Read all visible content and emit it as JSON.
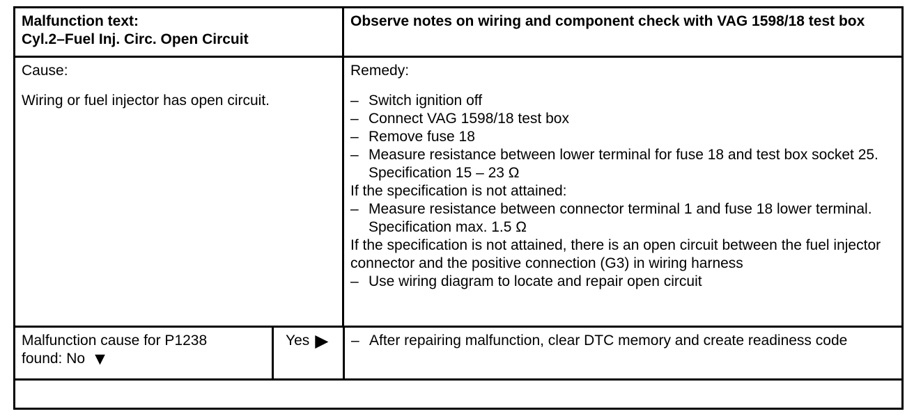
{
  "document": {
    "header": {
      "malfunction_label": "Malfunction text:",
      "malfunction_code": "Cyl.2–Fuel Inj. Circ. Open Circuit",
      "note": "Observe notes on wiring and component check with VAG 1598/18 test box"
    },
    "cause": {
      "label": "Cause:",
      "text": "Wiring or fuel injector has open circuit."
    },
    "remedy": {
      "label": "Remedy:",
      "lines": [
        {
          "bullet": "–",
          "text": "Switch ignition off"
        },
        {
          "bullet": "–",
          "text": "Connect VAG 1598/18 test box"
        },
        {
          "bullet": "–",
          "text": "Remove fuse 18"
        },
        {
          "bullet": "–",
          "text": "Measure resistance between lower terminal for fuse 18 and test box socket 25.  Specification 15 – 23 Ω"
        },
        {
          "text": "If the specification is not attained:"
        },
        {
          "bullet": "–",
          "text": "Measure resistance between connector terminal 1 and fuse 18 lower terminal.  Specification max. 1.5 Ω"
        },
        {
          "text": "If the specification is not attained, there is an open circuit between the fuel injector connector and the positive connection (G3) in wiring harness"
        },
        {
          "bullet": "–",
          "text": "Use wiring diagram to locate and repair open circuit"
        }
      ]
    },
    "decision": {
      "question_line1": "Malfunction cause for P1238",
      "question_line2": "found: No",
      "no_symbol": "▼",
      "yes_label": "Yes",
      "yes_symbol": "▶",
      "action_bullet": "–",
      "action_text": "After repairing malfunction, clear DTC memory and create readiness code"
    }
  },
  "colors": {
    "ink": "#000000",
    "paper": "#ffffff"
  }
}
